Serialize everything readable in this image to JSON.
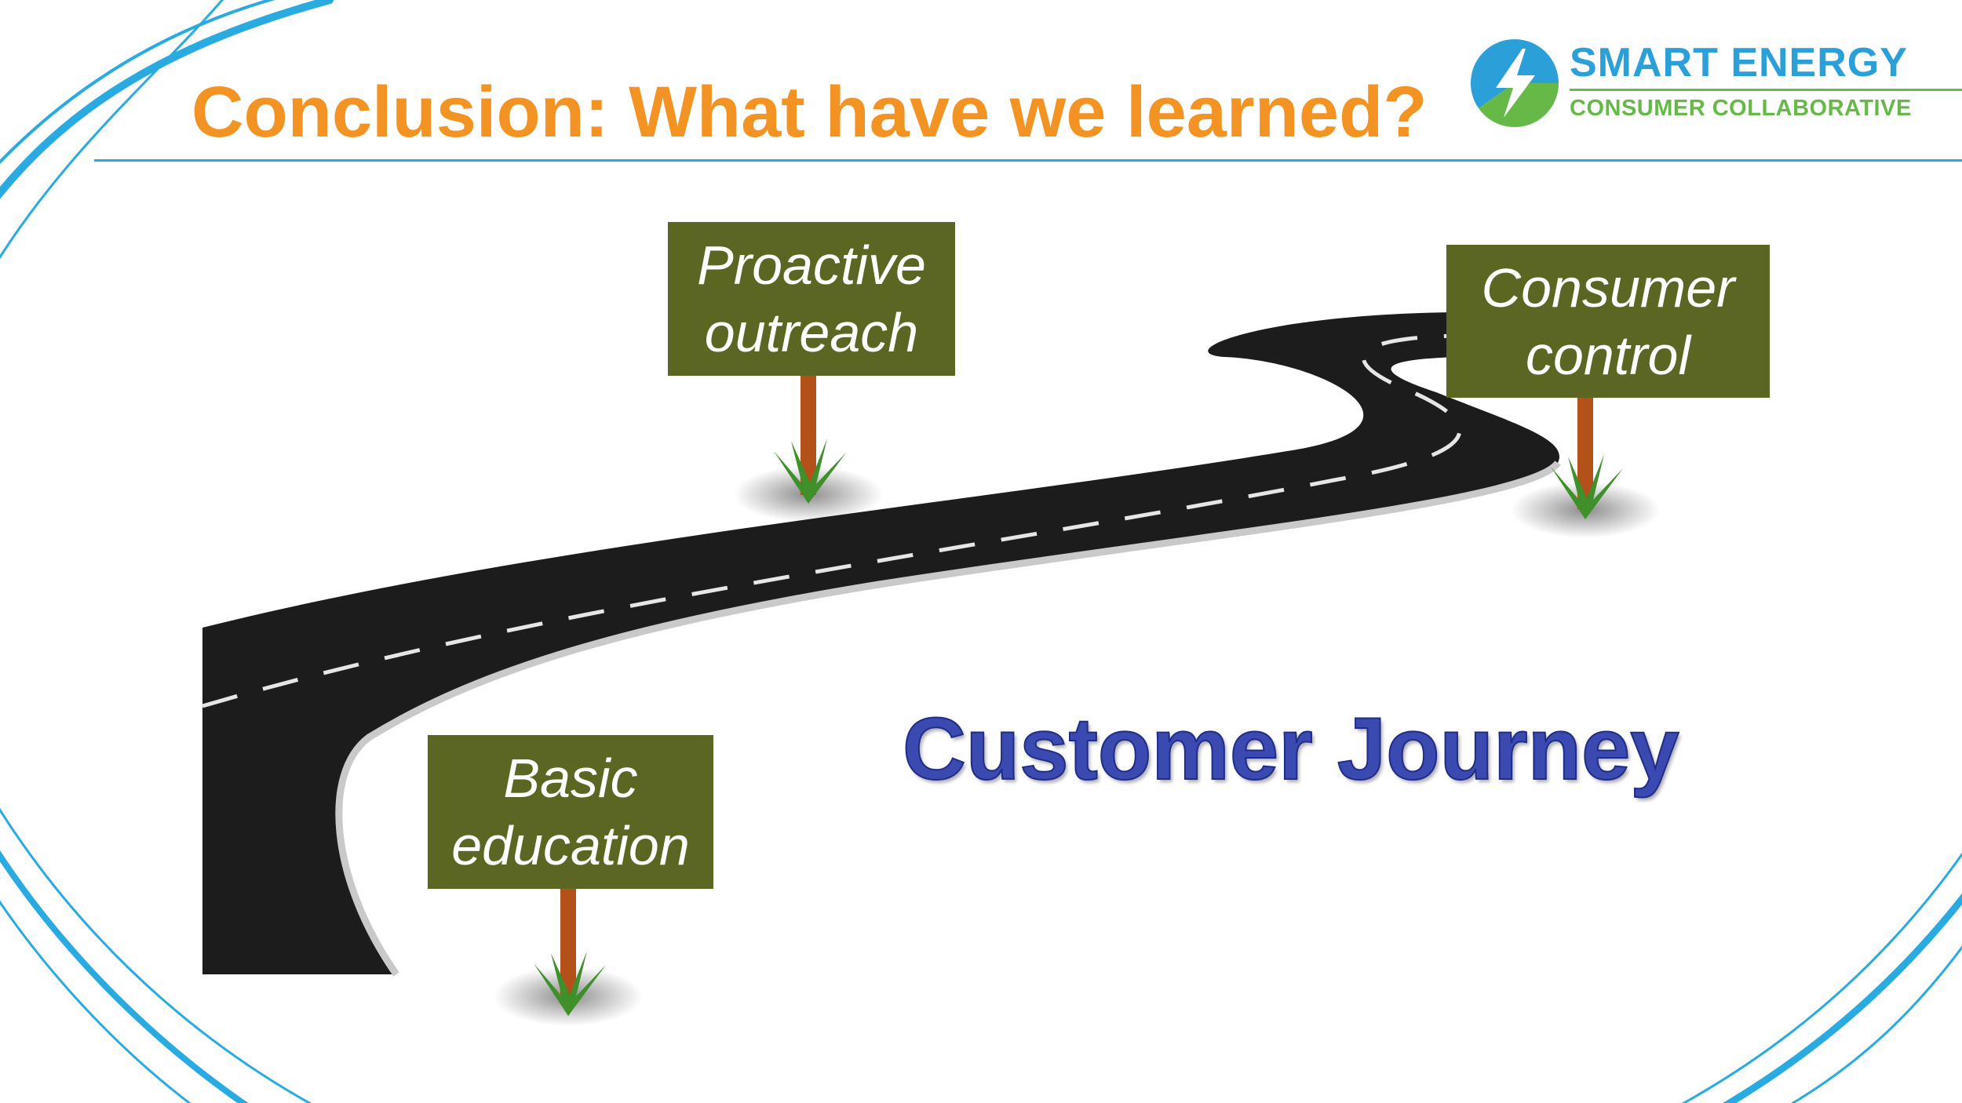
{
  "slide": {
    "title": "Conclusion: What have we learned?",
    "subtitle": "Customer Journey"
  },
  "logo": {
    "name": "SMART ENERGY",
    "tagline": "CONSUMER COLLABORATIVE"
  },
  "signs": [
    {
      "id": "basic-education",
      "text": "Basic\neducation"
    },
    {
      "id": "proactive-outreach",
      "text": "Proactive\noutreach"
    },
    {
      "id": "consumer-control",
      "text": "Consumer\ncontrol"
    }
  ],
  "colors": {
    "title": "#f39323",
    "accent_blue": "#29abe2",
    "logo_blue": "#2a9fd8",
    "logo_green": "#66b947",
    "sign_fill": "#5a6621",
    "post": "#b4501a",
    "grass": "#3f8f2a",
    "road": "#1c1c1c",
    "road_edge": "#c9c9c9",
    "journey_text": "#3b4ab0"
  },
  "icons": {
    "logo_mark": "lightning-bolt-circle-icon"
  }
}
